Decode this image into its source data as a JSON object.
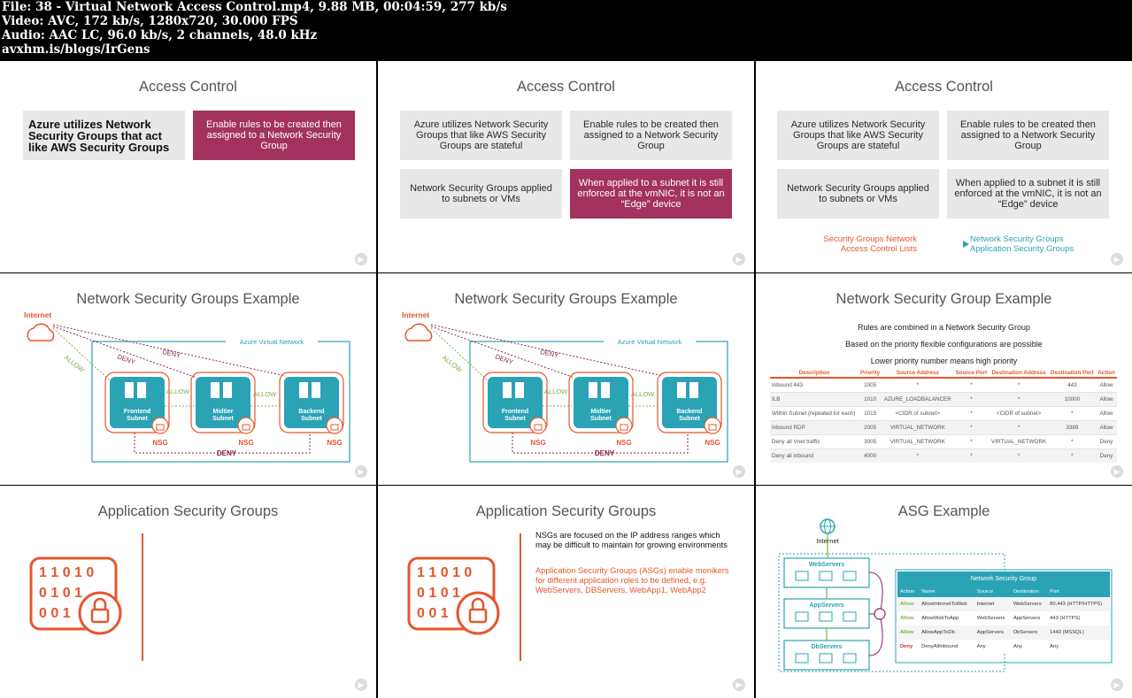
{
  "media_info": {
    "line1": "File: 38 - Virtual Network Access Control.mp4, 9.88 MB, 00:04:59, 277 kb/s",
    "line2": "Video: AVC, 172 kb/s, 1280x720, 30.000 FPS",
    "line3": "Audio: AAC LC, 96.0 kb/s, 2 channels, 48.0 kHz",
    "line4": "avxhm.is/blogs/IrGens"
  },
  "colors": {
    "magenta": "#a3325e",
    "orange": "#e4572e",
    "teal": "#2aa3b5",
    "green": "#7cb342",
    "purple": "#8b2252"
  },
  "access_control": {
    "title": "Access Control",
    "box_nsg_like_aws": "Azure utilizes Network Security Groups that act like AWS Security Groups",
    "box_nsg_stateful": "Azure utilizes Network Security Groups that like AWS Security Groups are stateful",
    "box_enable_rules": "Enable rules to be created then assigned to a Network Security Group",
    "box_applied": "Network Security Groups applied to subnets or VMs",
    "box_vmnic": "When applied to a subnet it is still enforced at the vmNIC, it is not an “Edge” device",
    "from_line1": "Security Groups Network",
    "from_line2": "Access Control Lists",
    "to_line1": "Network Security Groups",
    "to_line2": "Application Security Groups"
  },
  "nsg_example": {
    "title": "Network Security Groups Example",
    "internet": "Internet",
    "vnet": "Azure Virtual Network",
    "allow": "ALLOW",
    "deny": "DENY",
    "nsg": "NSG",
    "subnets": [
      {
        "line1": "Frontend",
        "line2": "Subnet"
      },
      {
        "line1": "Midtier",
        "line2": "Subnet"
      },
      {
        "line1": "Backend",
        "line2": "Subnet"
      }
    ]
  },
  "nsg_table": {
    "title": "Network Security Group Example",
    "bullets": [
      "Rules are combined in a Network Security Group",
      "Based on the priority flexible configurations are possible",
      "Lower priority number means high priority"
    ],
    "headers": [
      "Description",
      "Priority",
      "Source Address",
      "Source Port",
      "Destination Address",
      "Destination Port",
      "Action"
    ],
    "rows": [
      [
        "Inbound 443",
        "1005",
        "*",
        "*",
        "*",
        "443",
        "Allow"
      ],
      [
        "ILB",
        "1010",
        "AZURE_LOADBALANCER",
        "*",
        "*",
        "10000",
        "Allow"
      ],
      [
        "Within Subnet (repeated for each)",
        "1015",
        "<CIDR of subnet>",
        "*",
        "<CIDR of subnet>",
        "*",
        "Allow"
      ],
      [
        "Inbound RDP",
        "2005",
        "VIRTUAL_NETWORK",
        "*",
        "*",
        "3389",
        "Allow"
      ],
      [
        "Deny all Vnet traffic",
        "3005",
        "VIRTUAL_NETWORK",
        "*",
        "VIRTUAL_NETWORK",
        "*",
        "Deny"
      ],
      [
        "Deny all inbound",
        "4000",
        "*",
        "*",
        "*",
        "*",
        "Deny"
      ]
    ]
  },
  "asg": {
    "title": "Application Security Groups",
    "para1": "NSGs are focused on the IP address ranges which may be difficult to maintain for growing environments",
    "para2": "Application Security Groups (ASGs) enable monikers for different application roles to be defined, e.g. WebServers, DBServers, WebApp1, WebApp2",
    "binary": [
      "1 1 0 1 0",
      "0 1 0 1",
      "0 0 1"
    ]
  },
  "asg_example": {
    "title": "ASG Example",
    "internet": "Internet",
    "groups": [
      "WebServers",
      "AppServers",
      "DbServers"
    ],
    "table_title": "Network Security Group",
    "headers": [
      "Action",
      "Name",
      "Source",
      "Destination",
      "Port"
    ],
    "rows": [
      [
        "Allow",
        "AllowInternetToWeb",
        "Internet",
        "WebServers",
        "80,443 (HTTP/HTTPS)"
      ],
      [
        "Allow",
        "AllowWebToApp",
        "WebServers",
        "AppServers",
        "443 (HTTPS)"
      ],
      [
        "Allow",
        "AllowAppToDb",
        "AppServers",
        "DbServers",
        "1443 (MSSQL)"
      ],
      [
        "Deny",
        "DenyAllInbound",
        "Any",
        "Any",
        "Any"
      ]
    ]
  }
}
